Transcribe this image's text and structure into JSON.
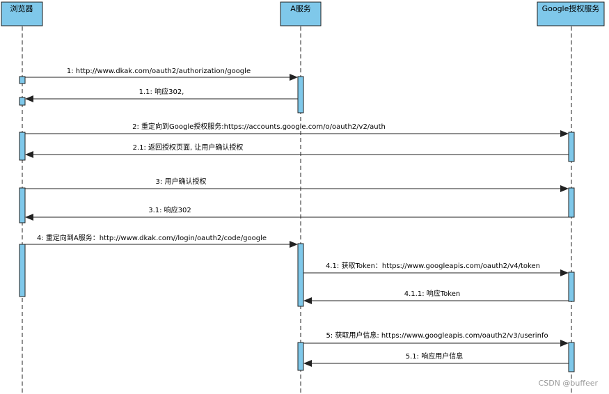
{
  "participants": [
    {
      "id": "browser",
      "label": "浏览器"
    },
    {
      "id": "a",
      "label": "A服务"
    },
    {
      "id": "google",
      "label": "Google授权服务"
    }
  ],
  "messages": [
    {
      "label": "1: http://www.dkak.com/oauth2/authorization/google",
      "from": "browser",
      "to": "a"
    },
    {
      "label": "1.1: 响应302,",
      "from": "a",
      "to": "browser"
    },
    {
      "label": "2: 重定向到Google授权服务:https://accounts.google.com/o/oauth2/v2/auth",
      "from": "browser",
      "to": "google"
    },
    {
      "label": "2.1: 返回授权页面, 让用户确认授权",
      "from": "google",
      "to": "browser"
    },
    {
      "label": "3: 用户确认授权",
      "from": "browser",
      "to": "google"
    },
    {
      "label": "3.1: 响应302",
      "from": "google",
      "to": "browser"
    },
    {
      "label": "4: 重定向到A服务：http://www.dkak.com//login/oauth2/code/google",
      "from": "browser",
      "to": "a"
    },
    {
      "label": "4.1: 获取Token：https://www.googleapis.com/oauth2/v4/token",
      "from": "a",
      "to": "google"
    },
    {
      "label": "4.1.1: 响应Token",
      "from": "google",
      "to": "a"
    },
    {
      "label": "5: 获取用户信息: https://www.googleapis.com/oauth2/v3/userinfo",
      "from": "a",
      "to": "google"
    },
    {
      "label": "5.1: 响应用户信息",
      "from": "google",
      "to": "a"
    }
  ],
  "watermark": "CSDN @buffeer"
}
